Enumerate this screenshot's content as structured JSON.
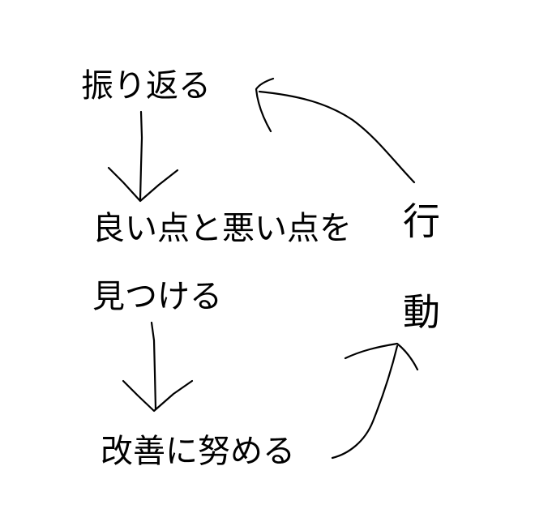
{
  "diagram": {
    "nodes": {
      "reflect": "振り返る",
      "find_line1": "良い点と悪い点を",
      "find_line2": "見つける",
      "improve": "改善に努める",
      "act_line1": "行",
      "act_line2": "動"
    },
    "stroke_color": "#000000",
    "background": "#ffffff"
  }
}
